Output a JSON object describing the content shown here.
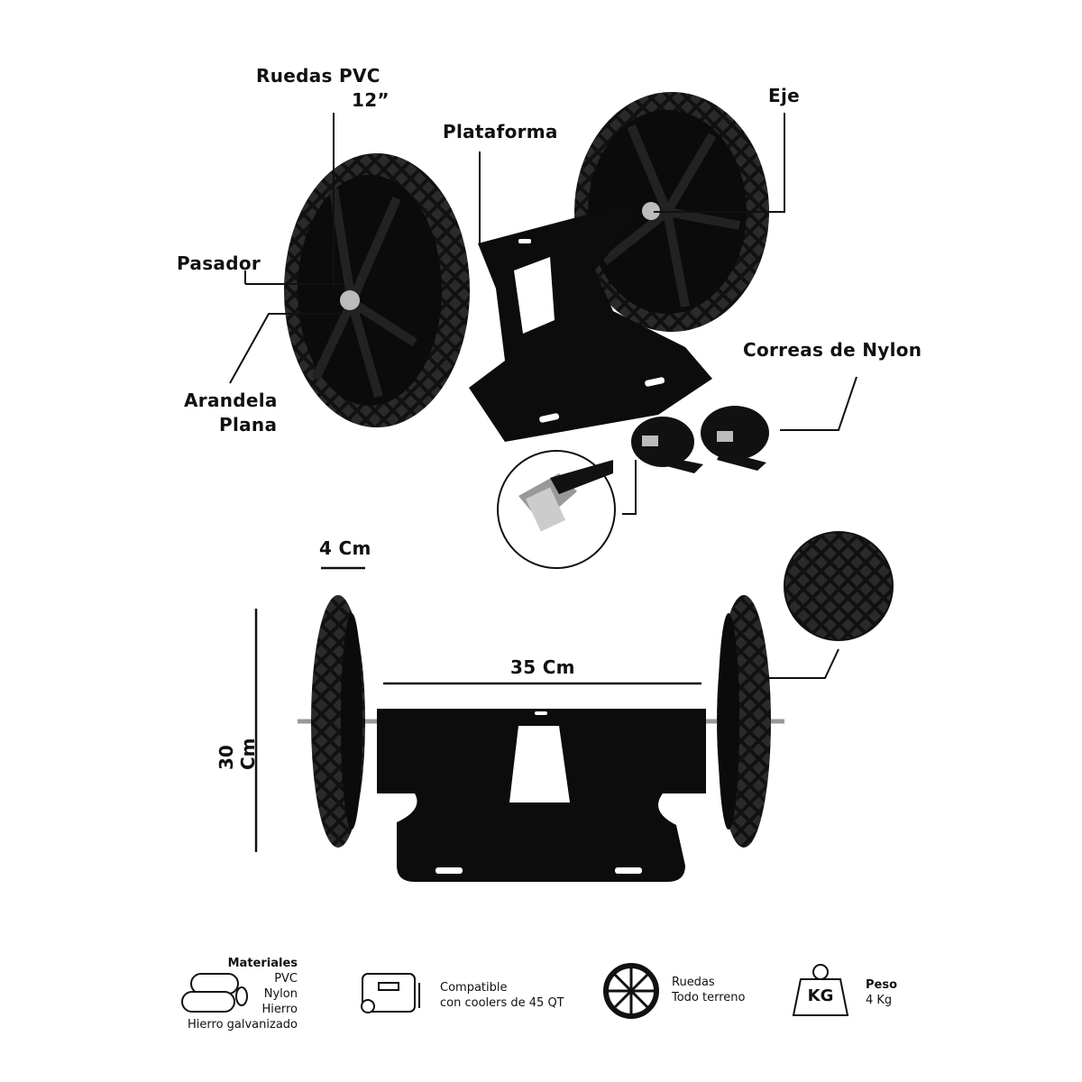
{
  "callouts": {
    "wheels": "Ruedas PVC",
    "wheels_size": "12”",
    "platform": "Plataforma",
    "axle": "Eje",
    "pin": "Pasador",
    "washer_line1": "Arandela",
    "washer_line2": "Plana",
    "straps": "Correas de Nylon"
  },
  "dimensions": {
    "wheel_width": "4 Cm",
    "axle_length": "35 Cm",
    "height": "30 Cm"
  },
  "features": {
    "materials": {
      "title": "Materiales",
      "items": [
        "PVC",
        "Nylon",
        "Hierro",
        "Hierro galvanizado"
      ],
      "icon": "pipes-icon"
    },
    "compat": {
      "line1": "Compatible",
      "line2": "con coolers de 45 QT",
      "icon": "cooler-icon"
    },
    "wheels": {
      "line1": "Ruedas",
      "line2": "Todo terreno",
      "icon": "wheel-icon"
    },
    "weight": {
      "title": "Peso",
      "value": "4 Kg",
      "badge": "KG",
      "icon": "weight-icon"
    }
  },
  "colors": {
    "product": "#0d0d0d",
    "tread": "#1a1a1a",
    "text": "#111111"
  }
}
